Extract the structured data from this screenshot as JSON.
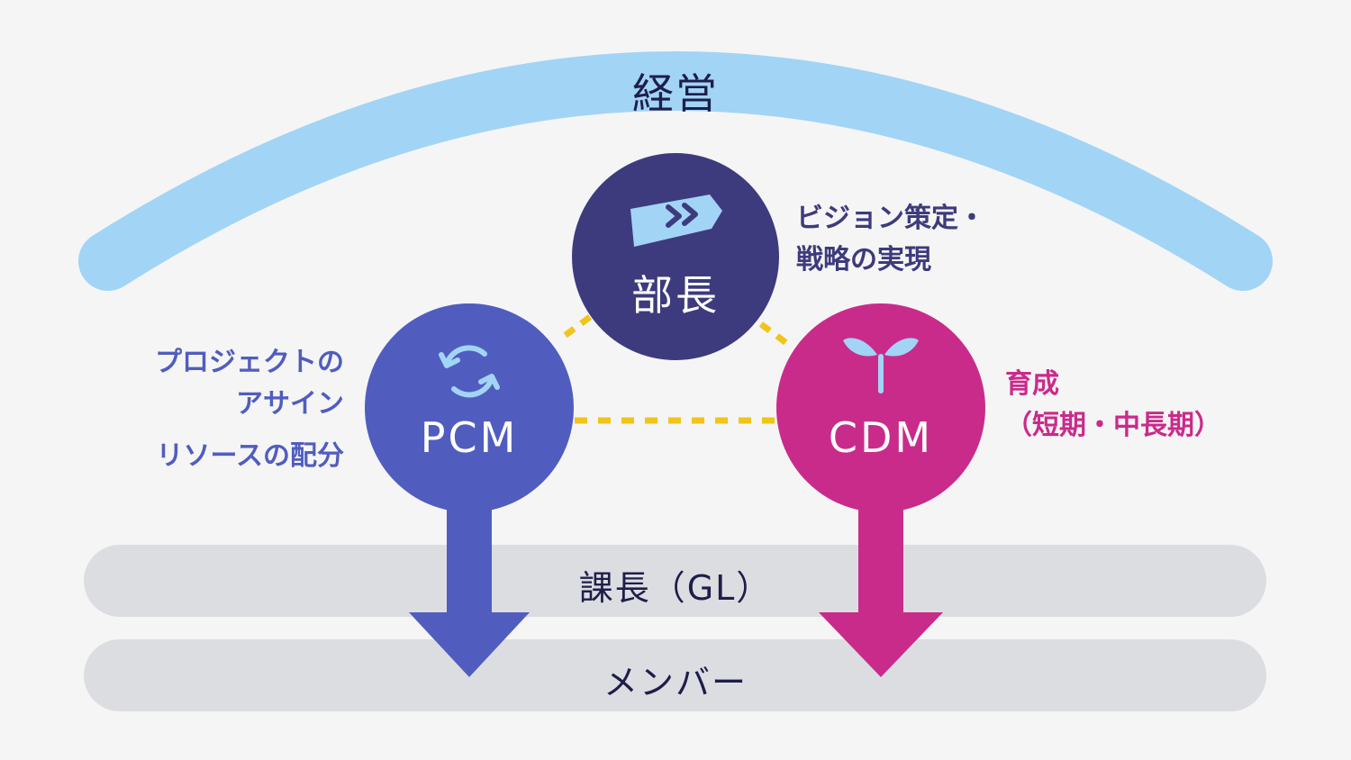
{
  "management": {
    "label": "経営"
  },
  "bands": {
    "section_manager": "課長（GL）",
    "members": "メンバー"
  },
  "nodes": {
    "director": {
      "label": "部長",
      "icon": "chevron-arrow-tag-icon",
      "color": "#3d3b7d"
    },
    "pcm": {
      "label": "PCM",
      "icon": "cycle-arrows-icon",
      "color": "#505dbf"
    },
    "cdm": {
      "label": "CDM",
      "icon": "sprout-icon",
      "color": "#c92b8b"
    }
  },
  "descriptions": {
    "director": {
      "line1": "ビジョン策定・",
      "line2": "戦略の実現",
      "color": "#3d3b7d"
    },
    "pcm": {
      "line1": "プロジェクトの",
      "line2": "アサイン",
      "line3": "リソースの配分",
      "color": "#505dbf"
    },
    "cdm": {
      "line1": "育成",
      "line2": "（短期・中長期）",
      "color": "#c92b8b"
    }
  },
  "colors": {
    "arc": "#a2d4f5",
    "band": "#dcdde1",
    "connector": "#f0c419",
    "background": "#f5f5f5"
  }
}
